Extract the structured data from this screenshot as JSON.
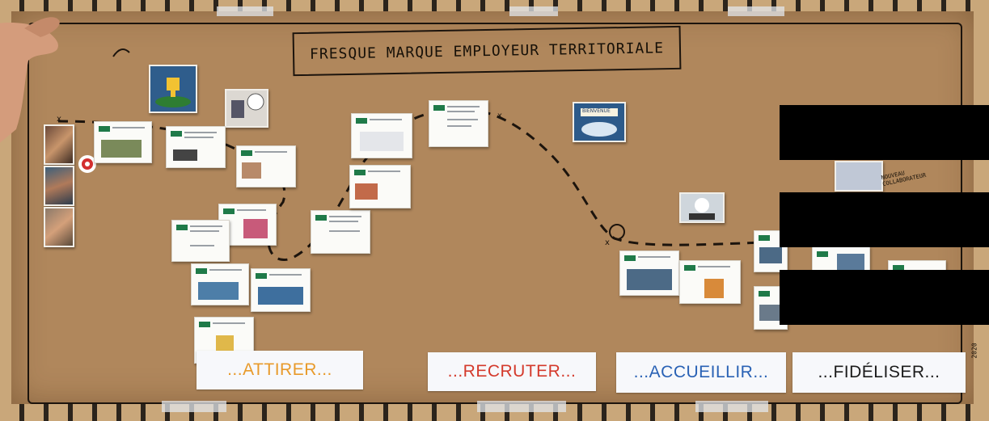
{
  "title": "FRESQUE MARQUE EMPLOYEUR TERRITORIALE",
  "stages": {
    "attirer": "...ATTIRER...",
    "recruter": "...RECRUTER...",
    "accueillir": "...ACCUEILLIR...",
    "fideliser": "...FIDÉLISER..."
  },
  "stage_colors": {
    "attirer": "#e89a2a",
    "recruter": "#d43a2c",
    "accueillir": "#2a62b5",
    "fideliser": "#1b1b1b"
  },
  "handwritten_note": "NOUVEAU COLLABORATEUR",
  "poster_label": "BIENVENUE",
  "signature": "2020"
}
